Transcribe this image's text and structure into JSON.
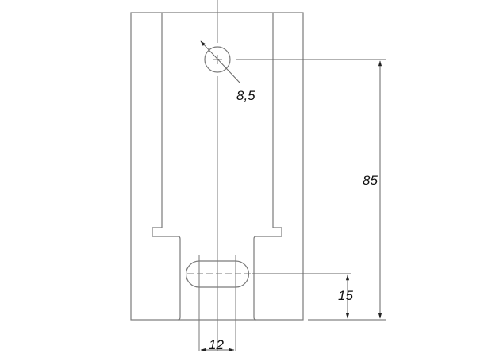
{
  "drawing": {
    "type": "technical-drawing",
    "colors": {
      "background": "#ffffff",
      "outline": "#7a7a7a",
      "dimension": "#555555",
      "text": "#111111"
    },
    "dimensions": {
      "hole_diameter": {
        "label": "8,5"
      },
      "height_to_hole": {
        "label": "85"
      },
      "height_to_slot": {
        "label": "15"
      },
      "slot_width": {
        "label": "12"
      }
    }
  }
}
